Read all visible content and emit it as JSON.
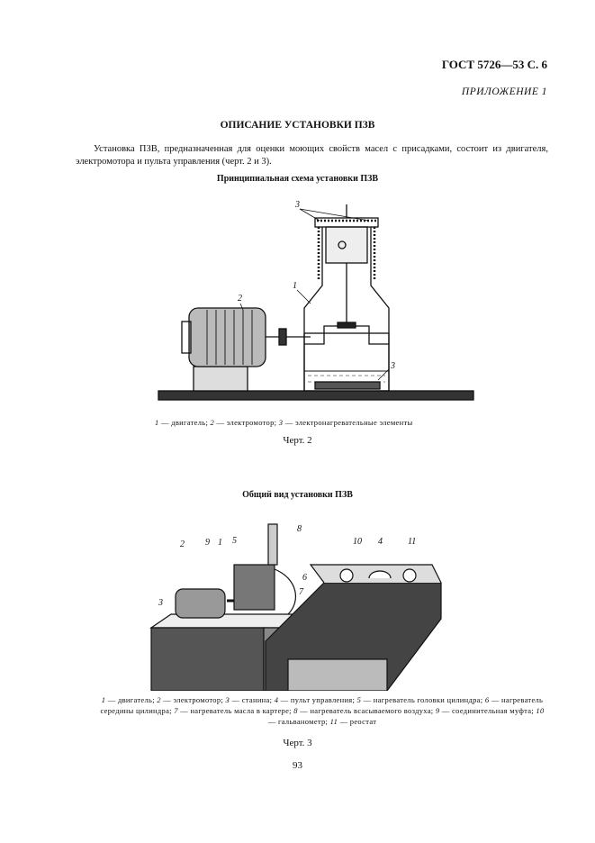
{
  "header": {
    "standard": "ГОСТ 5726—53 С. 6",
    "appendix": "ПРИЛОЖЕНИЕ 1"
  },
  "title": "ОПИСАНИЕ УСТАНОВКИ ПЗВ",
  "paragraph": "Установка ПЗВ, предназначенная для оценки моющих свойств масел с присадками, состоит из двигателя, электромотора и пульта управления (черт. 2 и 3).",
  "figure2": {
    "title": "Принципиальная схема установки ПЗВ",
    "callouts": [
      "1",
      "2",
      "3",
      "3"
    ],
    "legend": [
      {
        "num": "1",
        "text": " — двигатель; "
      },
      {
        "num": "2",
        "text": " — электромотор; "
      },
      {
        "num": "3",
        "text": " — электронагревательные элементы"
      }
    ],
    "label": "Черт. 2"
  },
  "figure3": {
    "title": "Общий вид установки ПЗВ",
    "callouts": [
      "1",
      "2",
      "3",
      "4",
      "5",
      "6",
      "7",
      "8",
      "9",
      "10",
      "11"
    ],
    "legend": [
      {
        "num": "1",
        "text": " — двигатель; "
      },
      {
        "num": "2",
        "text": " — электромотор; "
      },
      {
        "num": "3",
        "text": " — станина; "
      },
      {
        "num": "4",
        "text": " — пульт управления; "
      },
      {
        "num": "5",
        "text": " — нагреватель головки цилиндра; "
      },
      {
        "num": "6",
        "text": " — нагреватель середины цилиндра; "
      },
      {
        "num": "7",
        "text": " — нагреватель масла в картере; "
      },
      {
        "num": "8",
        "text": " — нагреватель всасываемого воздуха; "
      },
      {
        "num": "9",
        "text": " — соединительная муфта; "
      },
      {
        "num": "10",
        "text": " — гальванометр; "
      },
      {
        "num": "11",
        "text": " — реостат"
      }
    ],
    "label": "Черт. 3"
  },
  "page_number": "93"
}
